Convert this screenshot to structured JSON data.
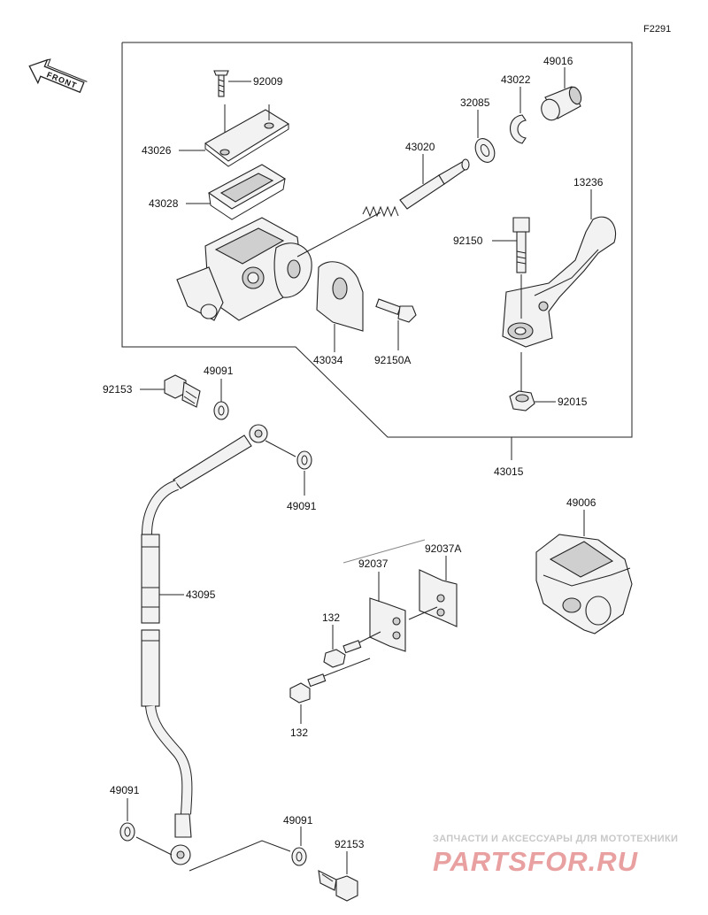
{
  "figure_code": "F2291",
  "front_label": "FRONT",
  "watermark": {
    "tagline": "ЗАПЧАСТИ И АКСЕССУАРЫ ДЛЯ МОТОТЕХНИКИ",
    "logo_text": "PARTSFOR.RU",
    "colors": {
      "tagline": "#c8c8c8",
      "logo": "#e8a0a0",
      "logo_dot": "#e07070"
    }
  },
  "parts": {
    "p92009": "92009",
    "p43026": "43026",
    "p43028": "43028",
    "p43020": "43020",
    "p32085": "32085",
    "p43022": "43022",
    "p49016": "49016",
    "p13236": "13236",
    "p92150": "92150",
    "p43034": "43034",
    "p92150A": "92150A",
    "p92015": "92015",
    "p43015": "43015",
    "p92153_top": "92153",
    "p49091_a": "49091",
    "p49091_b": "49091",
    "p43095": "43095",
    "p49006": "49006",
    "p92037": "92037",
    "p92037A": "92037A",
    "p132_a": "132",
    "p132_b": "132",
    "p49091_c": "49091",
    "p49091_d": "49091",
    "p92153_bottom": "92153"
  }
}
